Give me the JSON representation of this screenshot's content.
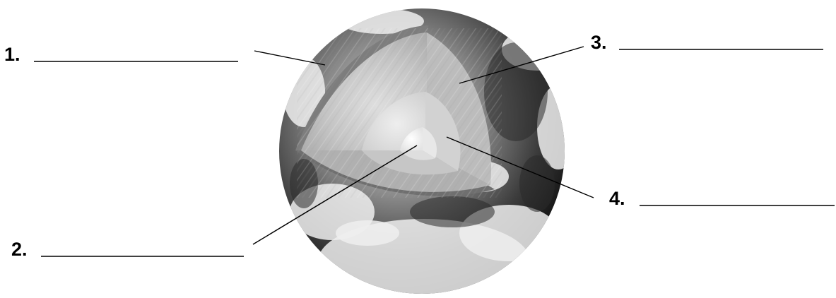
{
  "labels": [
    {
      "id": "1",
      "text": "1."
    },
    {
      "id": "2",
      "text": "2."
    },
    {
      "id": "3",
      "text": "3."
    },
    {
      "id": "4",
      "text": "4."
    }
  ],
  "colors": {
    "ink": "#000000",
    "background": "#ffffff",
    "ocean": "#3a3a3a",
    "land_cloud": "#e6e6e6",
    "crust_edge": "#7a7a7a",
    "mantle": "#bdbdbd",
    "outer_core": "#d9d9d9",
    "inner_core": "#f2f2f2"
  },
  "icons": {
    "earth": "earth-cutaway-icon"
  }
}
